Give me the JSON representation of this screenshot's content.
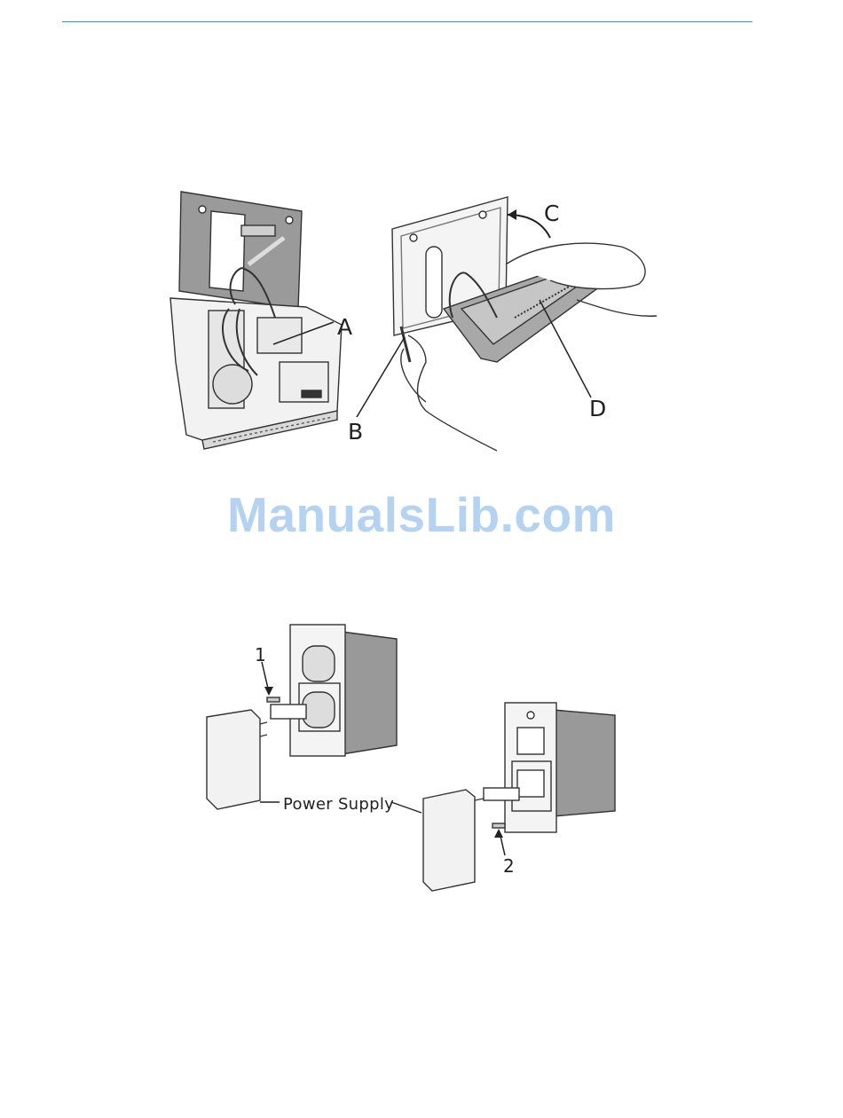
{
  "page": {
    "rule_color": "#4f86e0"
  },
  "figure_top": {
    "callouts": {
      "a": "A",
      "b": "B",
      "c": "C",
      "d": "D"
    }
  },
  "figure_bottom": {
    "callouts": {
      "one": "1",
      "two": "2"
    },
    "power_supply_label": "Power Supply"
  },
  "watermark": {
    "text": "ManualsLib.com",
    "color": "#a9cbee"
  }
}
